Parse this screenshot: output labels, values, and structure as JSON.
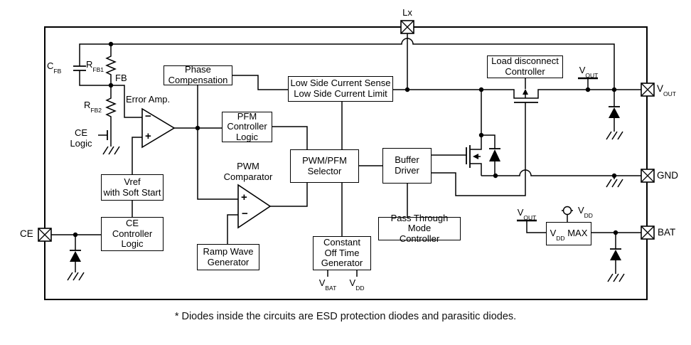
{
  "caption": "* Diodes inside the circuits are ESD protection diodes and parasitic diodes.",
  "pins": {
    "lx": "Lx",
    "vout": {
      "main": "V",
      "sub": "OUT"
    },
    "gnd": "GND",
    "bat": "BAT",
    "ce": "CE"
  },
  "blocks": {
    "phase_comp": "Phase\nCompensation",
    "low_side": "Low Side Current Sense\nLow Side Current Limit",
    "pfm": "PFM\nController\nLogic",
    "selector": "PWM/PFM\nSelector",
    "buffer": "Buffer\nDriver",
    "pass_through": "Pass Through Mode\nController",
    "cot": "Constant\nOff Time\nGenerator",
    "ramp": "Ramp Wave\nGenerator",
    "vref": "Vref\nwith Soft Start",
    "ce_ctrl": "CE\nController\nLogic",
    "load_disc": "Load disconnect\nController",
    "vdd_max": {
      "main": "V",
      "sub": "DD",
      "rest": " MAX"
    }
  },
  "labels": {
    "error_amp": "Error Amp.",
    "pwm_comp": "PWM\nComparator",
    "ce_logic": "CE\nLogic",
    "fb": "FB",
    "cfb": {
      "main": "C",
      "sub": "FB"
    },
    "rfb1": {
      "main": "R",
      "sub": "FB1"
    },
    "rfb2": {
      "main": "R",
      "sub": "FB2"
    },
    "vout": {
      "main": "V",
      "sub": "OUT"
    },
    "vdd": {
      "main": "V",
      "sub": "DD"
    },
    "vbat": {
      "main": "V",
      "sub": "BAT"
    },
    "minus": "−",
    "plus": "+"
  },
  "colors": {
    "line": "#000000",
    "background": "#ffffff"
  }
}
